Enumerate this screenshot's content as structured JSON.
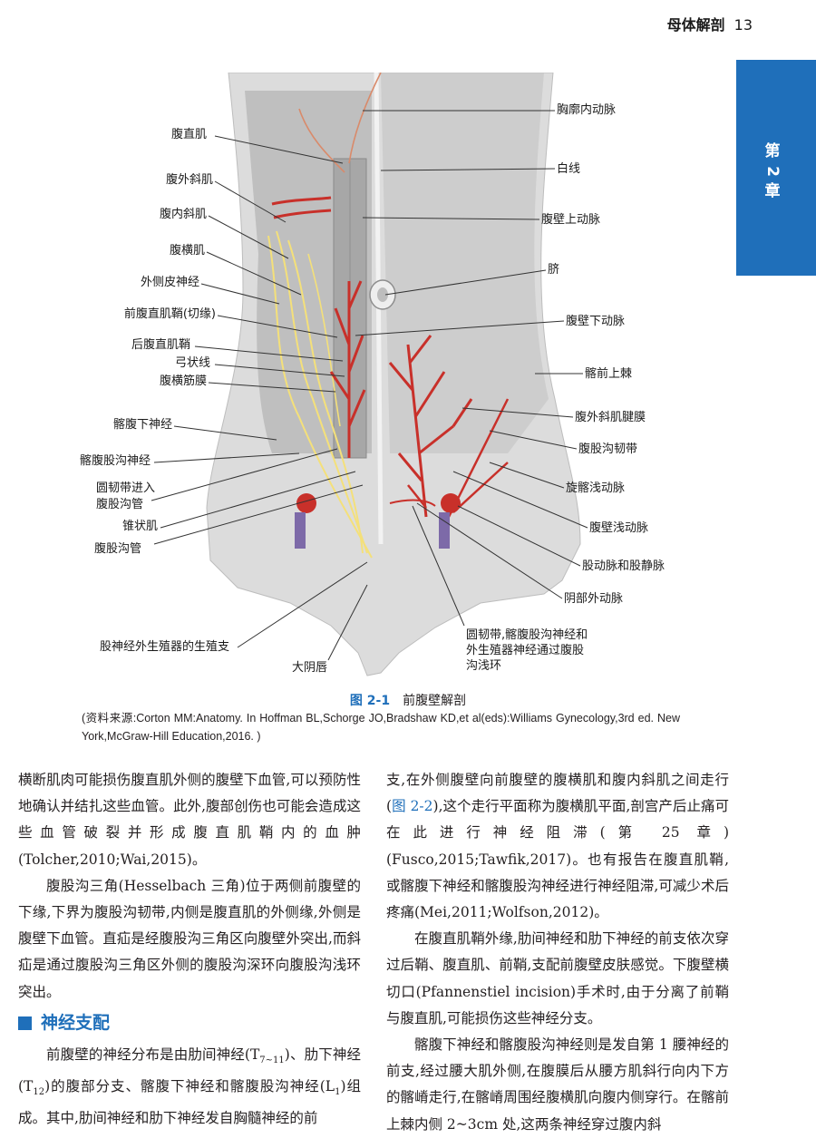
{
  "header": {
    "title": "母体解剖",
    "page_number": "13"
  },
  "chapter_tab": {
    "chars": [
      "第",
      "2",
      "章"
    ]
  },
  "figure": {
    "labels_left": [
      "腹直肌",
      "腹外斜肌",
      "腹内斜肌",
      "腹横肌",
      "外侧皮神经",
      "前腹直肌鞘(切缘)",
      "后腹直肌鞘",
      "弓状线",
      "腹横筋膜",
      "髂腹下神经",
      "髂腹股沟神经",
      "圆韧带进入",
      "腹股沟管",
      "锥状肌",
      "腹股沟管"
    ],
    "labels_right": [
      "胸廓内动脉",
      "白线",
      "腹壁上动脉",
      "脐",
      "腹壁下动脉",
      "髂前上棘",
      "腹外斜肌腱膜",
      "腹股沟韧带",
      "旋髂浅动脉",
      "腹壁浅动脉",
      "股动脉和股静脉",
      "阴部外动脉"
    ],
    "labels_bottom": [
      "股神经外生殖器的生殖支",
      "大阴唇",
      "圆韧带,髂腹股沟神经和",
      "外生殖器神经通过腹股",
      "沟浅环"
    ]
  },
  "caption": {
    "number": "图 2-1",
    "title": "前腹壁解剖",
    "source": "(资料来源:Corton MM:Anatomy. In Hoffman BL,Schorge JO,Bradshaw KD,et al(eds):Williams Gynecology,3rd ed. New York,McGraw-Hill Education,2016. )"
  },
  "left_column": {
    "p1": "横断肌肉可能损伤腹直肌外侧的腹壁下血管,可以预防性地确认并结扎这些血管。此外,腹部创伤也可能会造成这些血管破裂并形成腹直肌鞘内的血肿(Tolcher,2010;Wai,2015)。",
    "p2": "腹股沟三角(Hesselbach 三角)位于两侧前腹壁的下缘,下界为腹股沟韧带,内侧是腹直肌的外侧缘,外侧是腹壁下血管。直疝是经腹股沟三角区向腹壁外突出,而斜疝是通过腹股沟三角区外侧的腹股沟深环向腹股沟浅环突出。",
    "section_title": "神经支配",
    "p3_a": "前腹壁的神经分布是由肋间神经(T",
    "p3_sub1": "7~11",
    "p3_b": ")、肋下神经(T",
    "p3_sub2": "12",
    "p3_c": ")的腹部分支、髂腹下神经和髂腹股沟神经(L",
    "p3_sub3": "1",
    "p3_d": ")组成。其中,肋间神经和肋下神经发自胸髓神经的前"
  },
  "right_column": {
    "p1_a": "支,在外侧腹壁向前腹壁的腹横肌和腹内斜肌之间走行(",
    "p1_ref": "图 2-2",
    "p1_b": "),这个走行平面称为腹横肌平面,剖宫产后止痛可在此进行神经阻滞(第 25 章)(Fusco,2015;Tawfik,2017)。也有报告在腹直肌鞘,或髂腹下神经和髂腹股沟神经进行神经阻滞,可减少术后疼痛(Mei,2011;Wolfson,2012)。",
    "p2": "在腹直肌鞘外缘,肋间神经和肋下神经的前支依次穿过后鞘、腹直肌、前鞘,支配前腹壁皮肤感觉。下腹壁横切口(Pfannenstiel incision)手术时,由于分离了前鞘与腹直肌,可能损伤这些神经分支。",
    "p3": "髂腹下神经和髂腹股沟神经则是发自第 1 腰神经的前支,经过腰大肌外侧,在腹膜后从腰方肌斜行向内下方的髂嵴走行,在髂嵴周围经腹横肌向腹内侧穿行。在髂前上棘内侧 2~3cm 处,这两条神经穿过腹内斜"
  }
}
